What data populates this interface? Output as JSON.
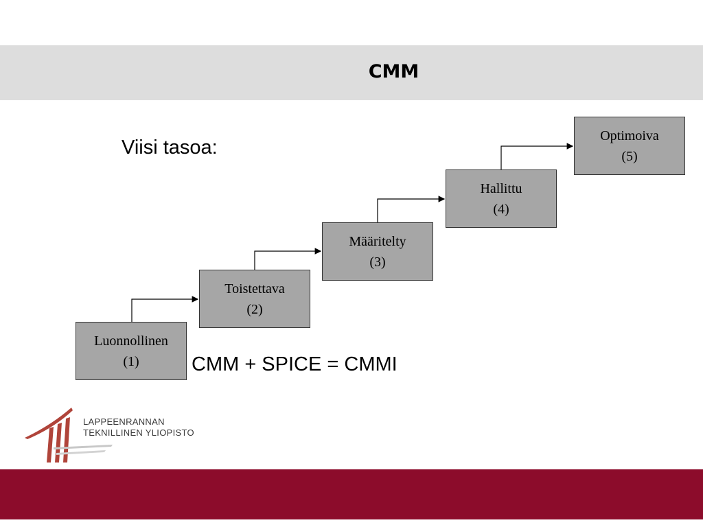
{
  "title": "CMM",
  "intro": "Viisi tasoa:",
  "equation": "CMM + SPICE = CMMI",
  "levels": [
    {
      "name": "Luonnollinen",
      "num": "(1)"
    },
    {
      "name": "Toistettava",
      "num": "(2)"
    },
    {
      "name": "Määritelty",
      "num": "(3)"
    },
    {
      "name": "Hallittu",
      "num": "(4)"
    },
    {
      "name": "Optimoiva",
      "num": "(5)"
    }
  ],
  "logo": {
    "line1": "LAPPEENRANNAN",
    "line2": "TEKNILLINEN YLIOPISTO"
  },
  "colors": {
    "title_band": "#dddddd",
    "box_fill": "#a6a6a6",
    "footer_band": "#8c0c2b",
    "logo_red": "#b0443a"
  }
}
